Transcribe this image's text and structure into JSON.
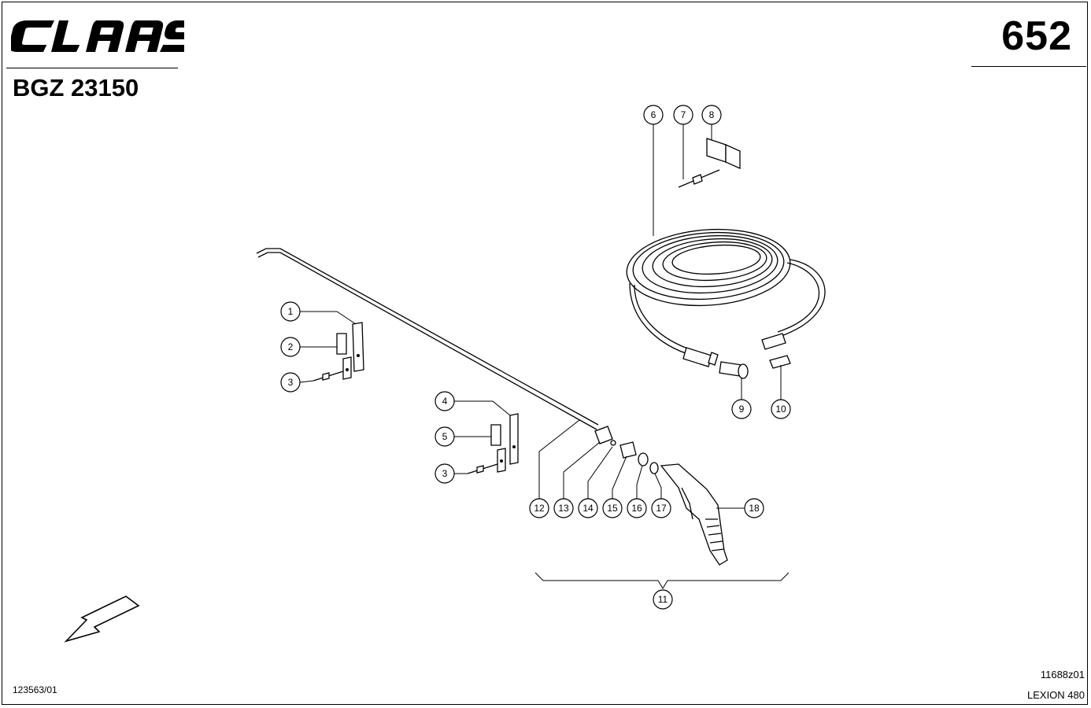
{
  "header": {
    "brand": "CLAAS",
    "page_number": "652",
    "group_code": "BGZ 23150"
  },
  "footer": {
    "drawing_ref": "11688z01",
    "model_name": "LEXION 480",
    "doc_ref": "123563/01"
  },
  "callouts": [
    {
      "id": "c1",
      "label": "1"
    },
    {
      "id": "c2",
      "label": "2"
    },
    {
      "id": "c3a",
      "label": "3"
    },
    {
      "id": "c4",
      "label": "4"
    },
    {
      "id": "c5",
      "label": "5"
    },
    {
      "id": "c3b",
      "label": "3"
    },
    {
      "id": "c6",
      "label": "6"
    },
    {
      "id": "c7",
      "label": "7"
    },
    {
      "id": "c8",
      "label": "8"
    },
    {
      "id": "c9",
      "label": "9"
    },
    {
      "id": "c10",
      "label": "10"
    },
    {
      "id": "c11",
      "label": "11"
    },
    {
      "id": "c12",
      "label": "12"
    },
    {
      "id": "c13",
      "label": "13"
    },
    {
      "id": "c14",
      "label": "14"
    },
    {
      "id": "c15",
      "label": "15"
    },
    {
      "id": "c16",
      "label": "16"
    },
    {
      "id": "c17",
      "label": "17"
    },
    {
      "id": "c18",
      "label": "18"
    }
  ]
}
